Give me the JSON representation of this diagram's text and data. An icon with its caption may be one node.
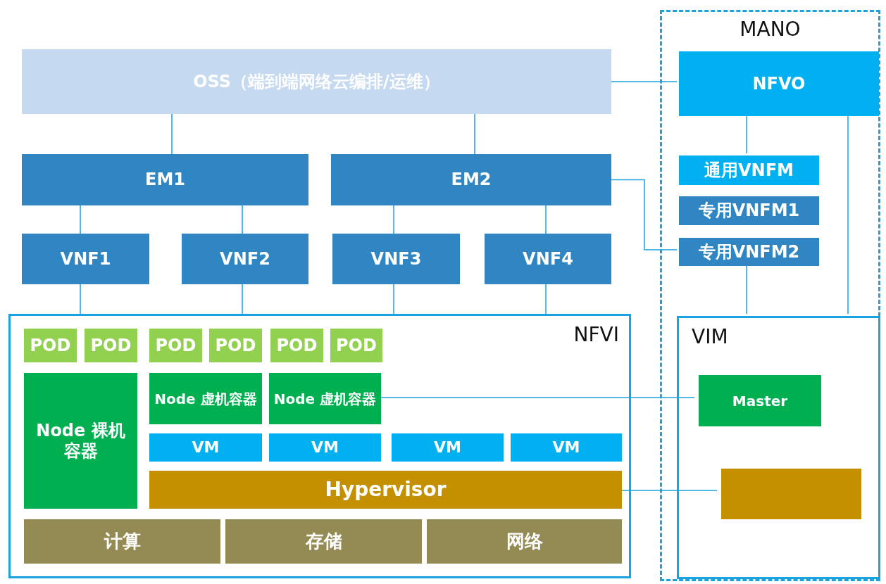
{
  "diagram": {
    "nodes": [
      {
        "text": [
          "MANO"
        ]
      },
      {
        "text": [
          "OSS（端到端网络云编排/运维）"
        ]
      },
      {
        "text": [
          "NFVO"
        ],
        "in": 0
      },
      {
        "text": [
          "通用VNFM"
        ],
        "in": 0
      },
      {
        "text": [
          "专用VNFM1"
        ],
        "in": 0
      },
      {
        "text": [
          "专用VNFM2"
        ],
        "in": 0
      },
      {
        "text": [
          "EM1"
        ]
      },
      {
        "text": [
          "EM2"
        ]
      },
      {
        "text": [
          "VNF1"
        ]
      },
      {
        "text": [
          "VNF2"
        ]
      },
      {
        "text": [
          "VNF3"
        ]
      },
      {
        "text": [
          "VNF4"
        ]
      },
      {
        "text": [
          "NFVI"
        ]
      },
      {
        "text": [
          "POD"
        ],
        "in": 12
      },
      {
        "text": [
          "POD"
        ],
        "in": 12
      },
      {
        "text": [
          "POD"
        ],
        "in": 12
      },
      {
        "text": [
          "POD"
        ],
        "in": 12
      },
      {
        "text": [
          "POD"
        ],
        "in": 12
      },
      {
        "text": [
          "POD"
        ],
        "in": 12
      },
      {
        "text": [
          "Node 裸机容器"
        ],
        "in": 12
      },
      {
        "text": [
          "Node 虚机容器"
        ],
        "in": 12
      },
      {
        "text": [
          "Node 虚机容器"
        ],
        "in": 12
      },
      {
        "text": [
          "VM"
        ],
        "in": 12
      },
      {
        "text": [
          "VM"
        ],
        "in": 12
      },
      {
        "text": [
          "VM"
        ],
        "in": 12
      },
      {
        "text": [
          "VM"
        ],
        "in": 12
      },
      {
        "text": [
          "Hypervisor"
        ],
        "in": 12
      },
      {
        "text": [
          "计算"
        ],
        "in": 12
      },
      {
        "text": [
          "存储"
        ],
        "in": 12
      },
      {
        "text": [
          "网络"
        ],
        "in": 12
      },
      {
        "text": [
          "VIM"
        ],
        "in": 0
      },
      {
        "text": [
          "Master"
        ],
        "in": 30
      },
      {
        "text": [],
        "shape": "box",
        "in": 30
      }
    ],
    "edges": [
      {
        "from": 1,
        "to": 2,
        "arrow": "none"
      },
      {
        "from": 1,
        "to": 6,
        "arrow": "none"
      },
      {
        "from": 1,
        "to": 7,
        "arrow": "none"
      },
      {
        "from": 2,
        "to": 3,
        "arrow": "none"
      },
      {
        "from": 7,
        "to": 5,
        "arrow": "none"
      },
      {
        "from": 6,
        "to": 8,
        "arrow": "none"
      },
      {
        "from": 6,
        "to": 9,
        "arrow": "none"
      },
      {
        "from": 7,
        "to": 10,
        "arrow": "none"
      },
      {
        "from": 7,
        "to": 11,
        "arrow": "none"
      },
      {
        "from": 8,
        "to": 12,
        "arrow": "none"
      },
      {
        "from": 9,
        "to": 12,
        "arrow": "none"
      },
      {
        "from": 10,
        "to": 12,
        "arrow": "none"
      },
      {
        "from": 11,
        "to": 12,
        "arrow": "none"
      },
      {
        "from": 5,
        "to": 30,
        "arrow": "none"
      },
      {
        "from": 2,
        "to": 30,
        "arrow": "none"
      },
      {
        "from": 21,
        "to": 31,
        "arrow": "none"
      },
      {
        "from": 26,
        "to": 32,
        "arrow": "none"
      }
    ]
  }
}
